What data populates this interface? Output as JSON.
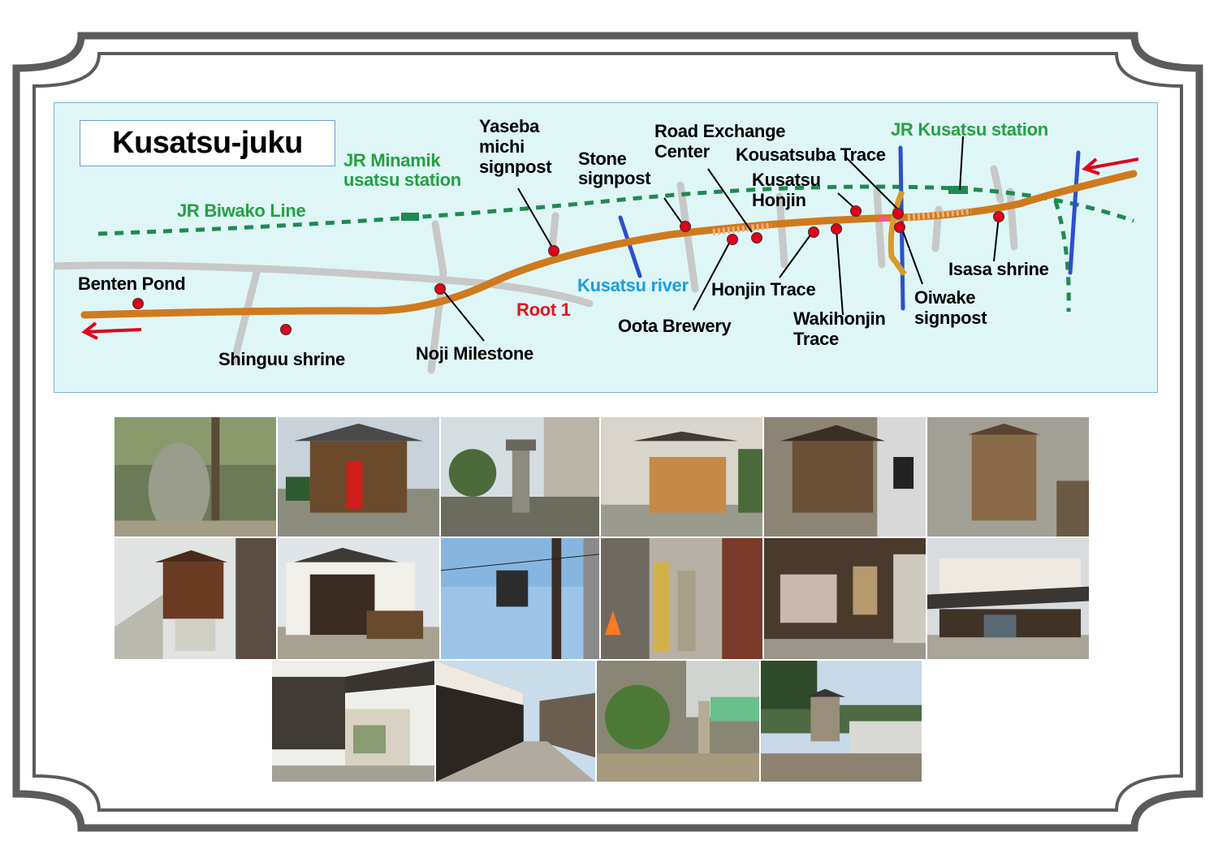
{
  "map": {
    "title": "Kusatsu-juku",
    "labels": {
      "jr_minami_1": "JR Minamik",
      "jr_minami_2": "usatsu station",
      "jr_biwako": "JR Biwako Line",
      "jr_kusatsu": "JR Kusatsu station",
      "kusatsu_river": "Kusatsu river",
      "root1": "Root 1",
      "benten": "Benten Pond",
      "shinguu": "Shinguu  shrine",
      "noji": "Noji Milestone",
      "yaseba_1": "Yaseba",
      "yaseba_2": "michi",
      "yaseba_3": "signpost",
      "stone_1": "Stone",
      "stone_2": "signpost",
      "road_ex_1": "Road Exchange",
      "road_ex_2": "Center",
      "kousatsuba": "Kousatsuba Trace",
      "honjin_1": "Kusatsu",
      "honjin_2": "Honjin",
      "honjin_trace": "Honjin Trace",
      "oota": "Oota Brewery",
      "waki_1": "Wakihonjin",
      "waki_2": "Trace",
      "oiwake_1": "Oiwake",
      "oiwake_2": "signpost",
      "isasa": "Isasa shrine"
    }
  },
  "colors": {
    "route": "#d07a1e",
    "railway": "#1f8a52",
    "river": "#2d4fd0",
    "marker": "#e0001b",
    "station_label": "#23a142",
    "river_label": "#1a9ee0",
    "root_label": "#e8141b",
    "map_background": "#dff6f7"
  }
}
